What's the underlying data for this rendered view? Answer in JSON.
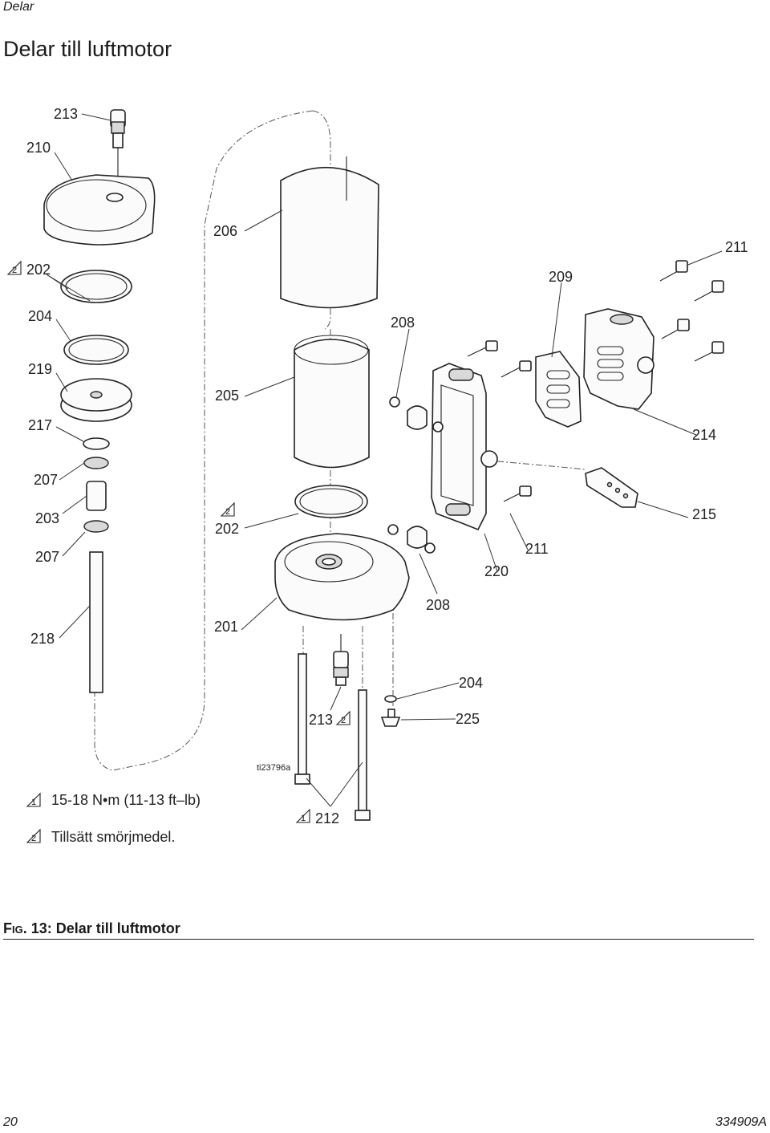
{
  "header": {
    "section": "Delar",
    "title": "Delar till luftmotor"
  },
  "figure": {
    "image_id": "ti23796a",
    "labels": {
      "p213_top": "213",
      "p210": "210",
      "p206": "206",
      "p211_top": "211",
      "p202_top": "202",
      "p209": "209",
      "p204_left": "204",
      "p208_top": "208",
      "p219": "219",
      "p205": "205",
      "p217": "217",
      "p214": "214",
      "p207_a": "207",
      "p203": "203",
      "p202_mid": "202",
      "p215": "215",
      "p207_b": "207",
      "p211_mid": "211",
      "p220": "220",
      "p208_mid": "208",
      "p218": "218",
      "p201": "201",
      "p204_bot": "204",
      "p213_bot": "213",
      "p225": "225",
      "p212": "212"
    },
    "symbols": {
      "torque": "1",
      "lubricant": "2"
    },
    "legend": [
      {
        "symbol": "1",
        "text": "15-18 N•m (11-13 ft–lb)"
      },
      {
        "symbol": "2",
        "text": "Tillsätt smörjmedel."
      }
    ]
  },
  "caption": {
    "prefix": "Fig.",
    "text": " 13: Delar till luftmotor"
  },
  "footer": {
    "page_number": "20",
    "doc_number": "334909A"
  }
}
